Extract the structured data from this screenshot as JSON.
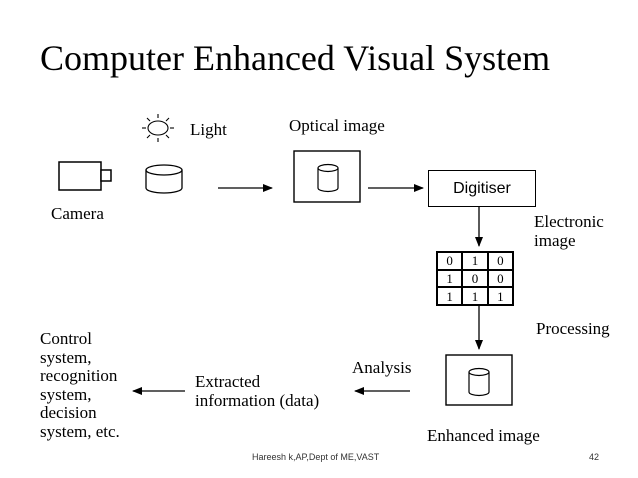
{
  "title": "Computer Enhanced Visual System",
  "labels": {
    "light": "Light",
    "camera": "Camera",
    "optical_image": "Optical image",
    "digitiser": "Digitiser",
    "electronic_image": [
      "Electronic",
      "image"
    ],
    "processing": "Processing",
    "analysis": "Analysis",
    "enhanced_image": "Enhanced image",
    "extracted_information": [
      "Extracted",
      "information (data)"
    ],
    "output": [
      "Control",
      "system,",
      "recognition",
      "system,",
      "decision",
      "system, etc."
    ]
  },
  "matrix": [
    [
      "0",
      "1",
      "0"
    ],
    [
      "1",
      "0",
      "0"
    ],
    [
      "1",
      "1",
      "1"
    ]
  ],
  "footer": {
    "author": "Hareesh k,AP,Dept of ME,VAST",
    "page_number": "42"
  }
}
